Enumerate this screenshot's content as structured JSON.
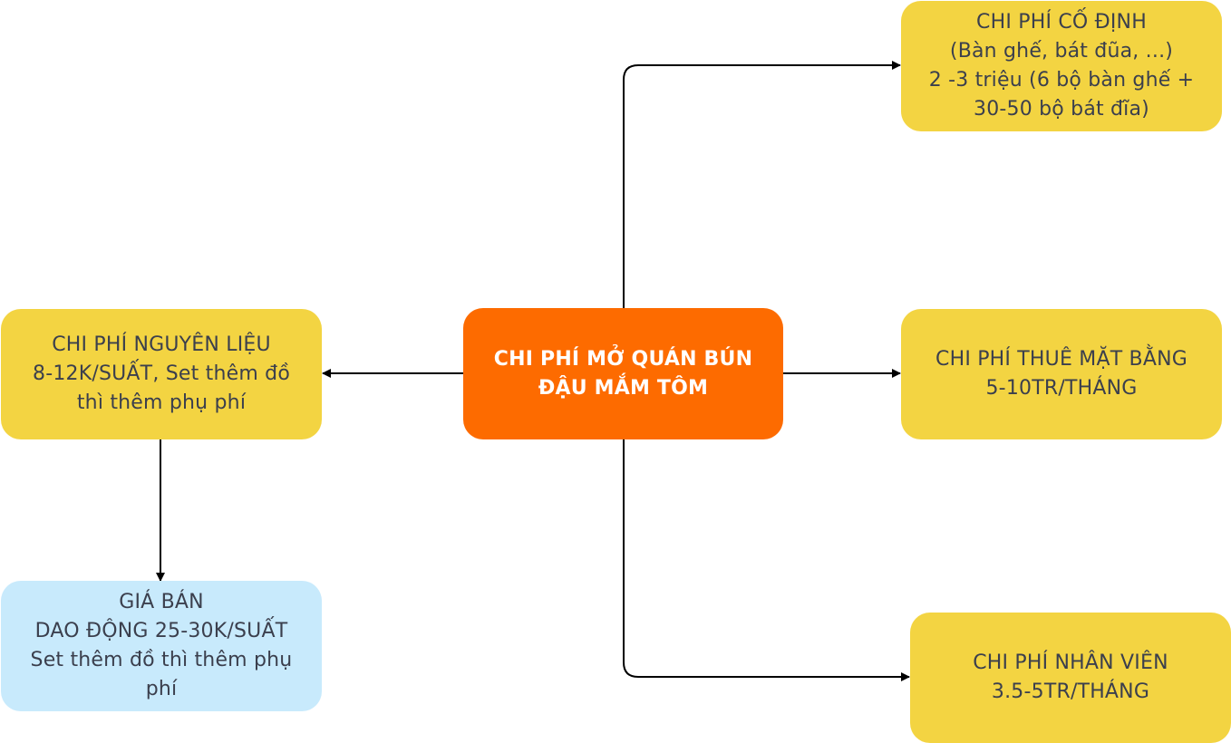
{
  "colors": {
    "center_fill": "#fd6b00",
    "box_fill": "#f3d442",
    "result_fill": "#c8eafc",
    "connector": "#000000",
    "text": "#3b3f4d"
  },
  "center": {
    "line1": "CHI PHÍ MỞ QUÁN BÚN",
    "line2": "ĐẬU MẮM TÔM"
  },
  "fixed_cost": {
    "line1": "CHI PHÍ CỐ ĐỊNH",
    "line2": "(Bàn ghế, bát đũa, ...)",
    "line3": "2 -3 triệu (6 bộ bàn ghế +",
    "line4": "30-50 bộ bát đĩa)"
  },
  "rent_cost": {
    "line1": "CHI PHÍ THUÊ MẶT BẰNG",
    "line2": "5-10TR/THÁNG"
  },
  "staff_cost": {
    "line1": "CHI PHÍ NHÂN VIÊN",
    "line2": "3.5-5TR/THÁNG"
  },
  "ingredient_cost": {
    "line1": "CHI PHÍ NGUYÊN LIỆU",
    "line2": "8-12K/SUẤT, Set thêm đồ",
    "line3": "thì thêm phụ phí"
  },
  "selling_price": {
    "line1": "GIÁ BÁN",
    "line2": "DAO ĐỘNG 25-30K/SUẤT",
    "line3": "Set thêm đồ thì thêm phụ",
    "line4": "phí"
  }
}
